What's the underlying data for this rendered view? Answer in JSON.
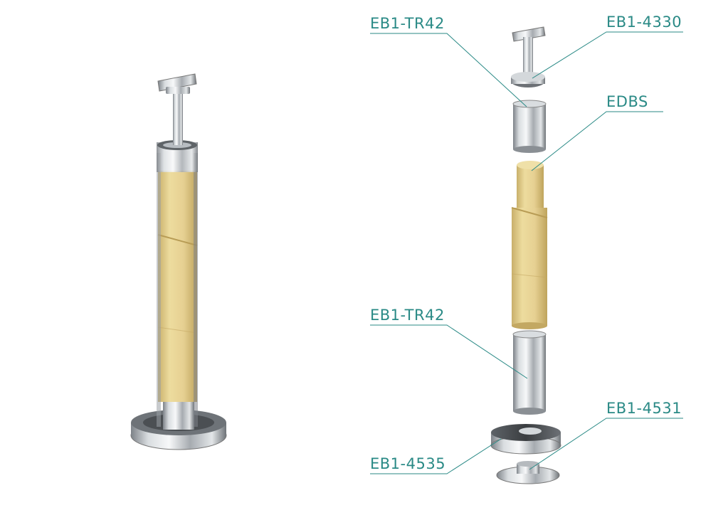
{
  "diagram": {
    "accent_color": "#2a8a86",
    "wood_color": "#e6d39a",
    "steel_color": "#b8bdc2",
    "labels": {
      "top_sleeve": "EB1-TR42",
      "handrail_holder": "EB1-4330",
      "wood_insert": "EDBS",
      "bottom_sleeve": "EB1-TR42",
      "cover_cap": "EB1-4535",
      "base_flange": "EB1-4531"
    }
  }
}
